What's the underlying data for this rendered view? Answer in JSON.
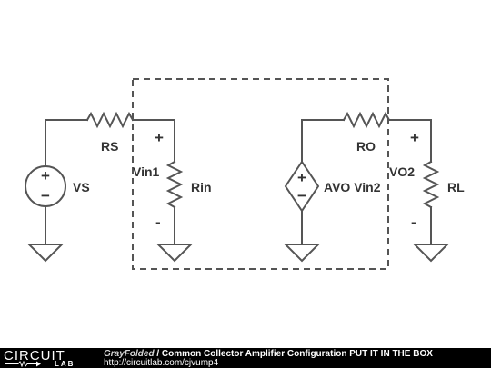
{
  "labels": {
    "rs": "RS",
    "vs": "VS",
    "vin1": "Vin1",
    "rin": "Rin",
    "plus_in": "+",
    "minus_in": "-",
    "avo": "AVO Vin2",
    "ro": "RO",
    "vo2": "VO2",
    "rl": "RL",
    "plus_out": "+",
    "minus_out": "-",
    "src_plus": "+",
    "src_minus": "−",
    "dep_plus": "+",
    "dep_minus": "−"
  },
  "footer": {
    "logo_circuit": "CIRCUIT",
    "logo_lab": "LAB",
    "author": "GrayFolded",
    "separator": " / ",
    "title": "Common Collector Amplifier Configuration PUT IT IN THE BOX",
    "url": "http://circuitlab.com/cjvump4"
  },
  "colors": {
    "wire": "#555555",
    "label": "#333333",
    "footer_bg": "#000000",
    "footer_text": "#ffffff"
  }
}
